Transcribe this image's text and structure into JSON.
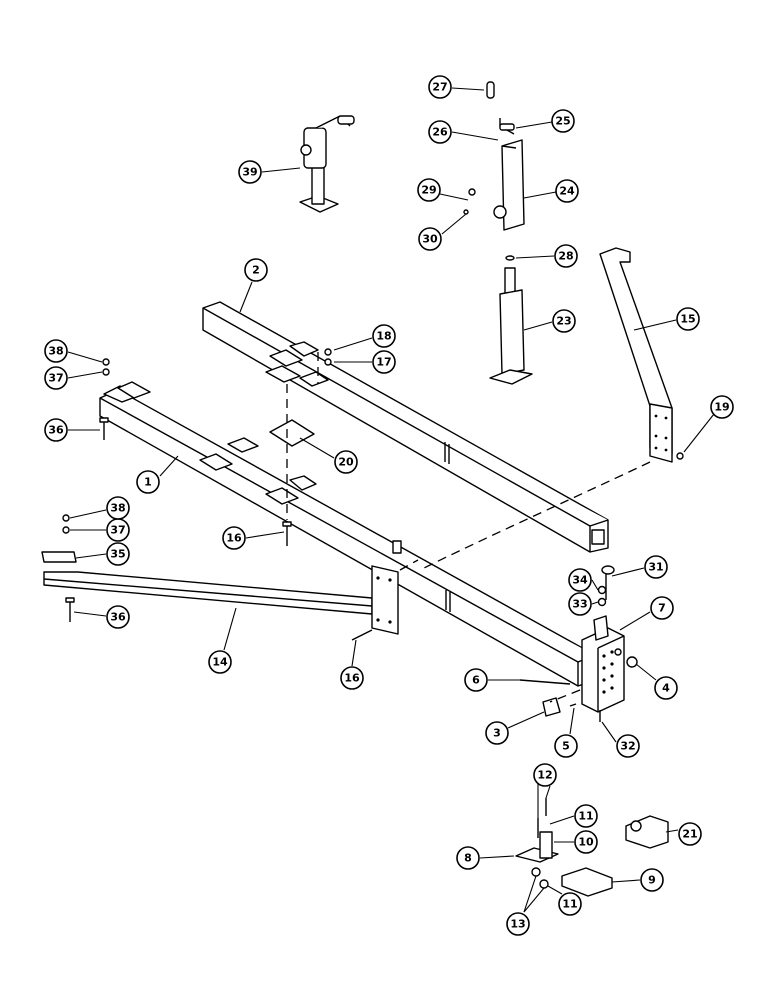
{
  "callouts": [
    {
      "id": "c1",
      "label": "1"
    },
    {
      "id": "c2",
      "label": "2"
    },
    {
      "id": "c3",
      "label": "3"
    },
    {
      "id": "c4",
      "label": "4"
    },
    {
      "id": "c5",
      "label": "5"
    },
    {
      "id": "c6",
      "label": "6"
    },
    {
      "id": "c7",
      "label": "7"
    },
    {
      "id": "c8",
      "label": "8"
    },
    {
      "id": "c9",
      "label": "9"
    },
    {
      "id": "c10",
      "label": "10"
    },
    {
      "id": "c11a",
      "label": "11"
    },
    {
      "id": "c11b",
      "label": "11"
    },
    {
      "id": "c12",
      "label": "12"
    },
    {
      "id": "c13",
      "label": "13"
    },
    {
      "id": "c14",
      "label": "14"
    },
    {
      "id": "c15",
      "label": "15"
    },
    {
      "id": "c16a",
      "label": "16"
    },
    {
      "id": "c16b",
      "label": "16"
    },
    {
      "id": "c17",
      "label": "17"
    },
    {
      "id": "c18",
      "label": "18"
    },
    {
      "id": "c19",
      "label": "19"
    },
    {
      "id": "c20",
      "label": "20"
    },
    {
      "id": "c21",
      "label": "21"
    },
    {
      "id": "c23",
      "label": "23"
    },
    {
      "id": "c24",
      "label": "24"
    },
    {
      "id": "c25",
      "label": "25"
    },
    {
      "id": "c26",
      "label": "26"
    },
    {
      "id": "c27",
      "label": "27"
    },
    {
      "id": "c28",
      "label": "28"
    },
    {
      "id": "c29",
      "label": "29"
    },
    {
      "id": "c30",
      "label": "30"
    },
    {
      "id": "c31",
      "label": "31"
    },
    {
      "id": "c32",
      "label": "32"
    },
    {
      "id": "c33",
      "label": "33"
    },
    {
      "id": "c34",
      "label": "34"
    },
    {
      "id": "c35",
      "label": "35"
    },
    {
      "id": "c36a",
      "label": "36"
    },
    {
      "id": "c36b",
      "label": "36"
    },
    {
      "id": "c37a",
      "label": "37"
    },
    {
      "id": "c37b",
      "label": "37"
    },
    {
      "id": "c38a",
      "label": "38"
    },
    {
      "id": "c38b",
      "label": "38"
    },
    {
      "id": "c39",
      "label": "39"
    }
  ]
}
